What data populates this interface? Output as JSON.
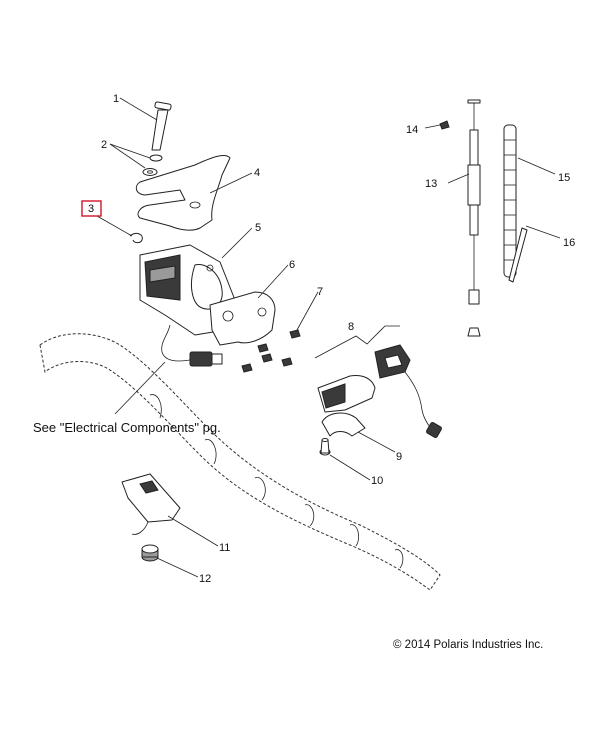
{
  "callouts": {
    "c1": "1",
    "c2": "2",
    "c3": "3",
    "c4": "4",
    "c5": "5",
    "c6": "6",
    "c7": "7",
    "c8": "8",
    "c9": "9",
    "c10": "10",
    "c11": "11",
    "c12": "12",
    "c13": "13",
    "c14": "14",
    "c15": "15",
    "c16": "16"
  },
  "note": "See \"Electrical Components\" pg.",
  "copyright": "© 2014 Polaris Industries Inc.",
  "colors": {
    "highlight": "#d0152b",
    "line": "#222222",
    "background": "#ffffff"
  }
}
